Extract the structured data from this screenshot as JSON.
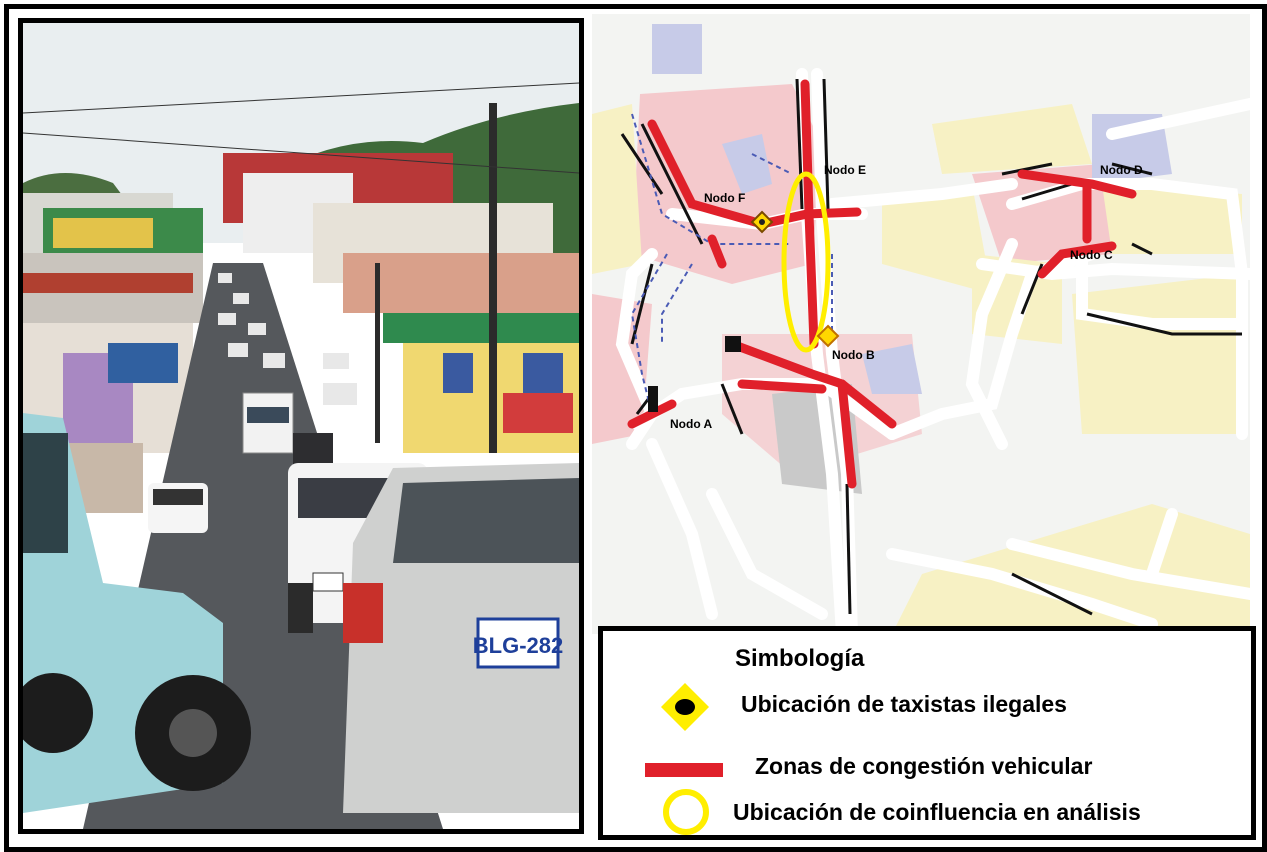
{
  "photo": {
    "description_icon": "street-traffic-photo",
    "plate_text": "BLG-282"
  },
  "map": {
    "nodes": [
      {
        "id": "A",
        "label": "Nodo A"
      },
      {
        "id": "B",
        "label": "Nodo B"
      },
      {
        "id": "C",
        "label": "Nodo C"
      },
      {
        "id": "D",
        "label": "Nodo D"
      },
      {
        "id": "E",
        "label": "Nodo E"
      },
      {
        "id": "F",
        "label": "Nodo F"
      }
    ],
    "colors": {
      "congestion": "#e0202a",
      "analysis_ellipse": "#ffee00",
      "taxi_marker": "#ffd700",
      "residential_pink": "#f4c9cc",
      "commercial_yellow": "#f7f1c4",
      "institutional_blue": "#c7cbe8"
    }
  },
  "legend": {
    "title": "Simbología",
    "items": [
      {
        "icon": "diamond-marker-icon",
        "label": "Ubicación de taxistas ilegales"
      },
      {
        "icon": "red-bar-icon",
        "label": "Zonas de congestión vehicular"
      },
      {
        "icon": "yellow-circle-icon",
        "label": "Ubicación de coinfluencia en análisis"
      }
    ]
  }
}
